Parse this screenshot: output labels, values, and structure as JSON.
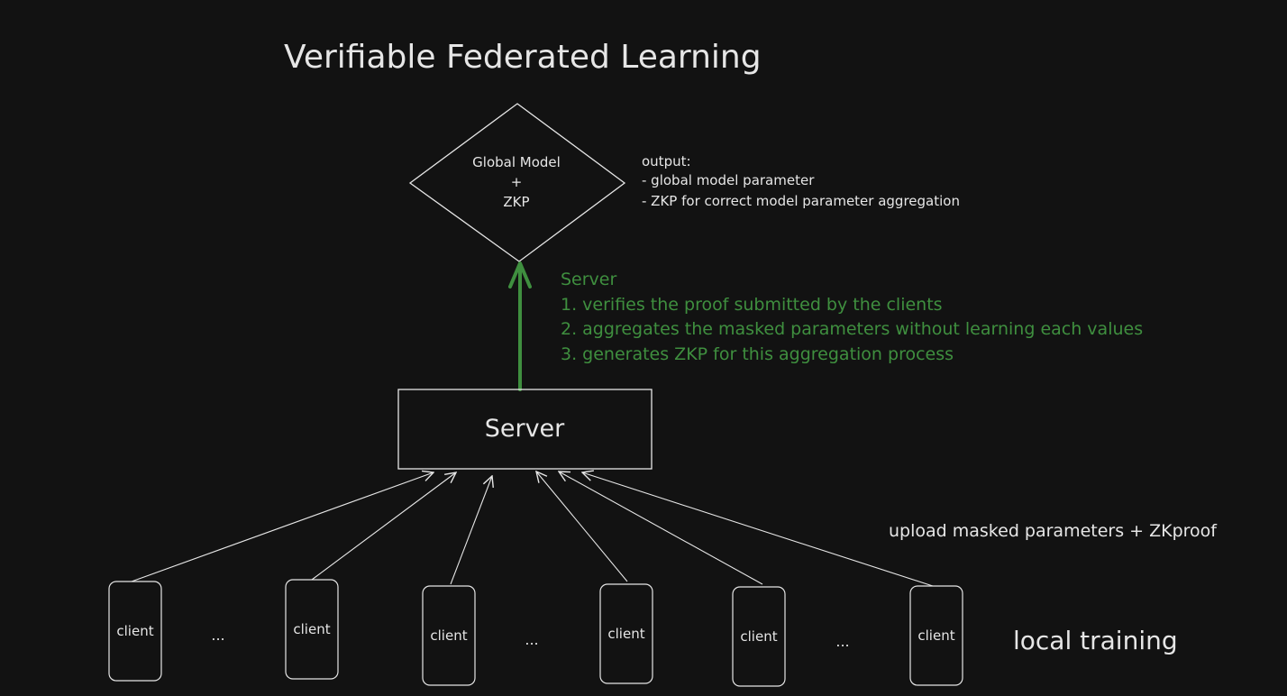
{
  "title": "Verifiable Federated Learning",
  "global_model": {
    "line1": "Global Model",
    "line2": "+",
    "line3": "ZKP"
  },
  "output_note": {
    "heading": "output:",
    "items": [
      "- global model parameter",
      "- ZKP for correct model parameter aggregation"
    ]
  },
  "server_note": {
    "heading": "Server",
    "items": [
      "1. verifies the proof submitted by the clients",
      "2. aggregates the masked parameters without learning each values",
      "3. generates ZKP for this aggregation process"
    ]
  },
  "server_box": {
    "label": "Server"
  },
  "upload_label": "upload masked parameters + ZKproof",
  "local_training_label": "local training",
  "clients": [
    "client",
    "client",
    "client",
    "client",
    "client",
    "client"
  ],
  "ellipses": [
    "...",
    "...",
    "..."
  ],
  "colors": {
    "background": "#121212",
    "stroke": "#e6e6e6",
    "text": "#e6e6e6",
    "accent_green": "#3f8f3f"
  }
}
